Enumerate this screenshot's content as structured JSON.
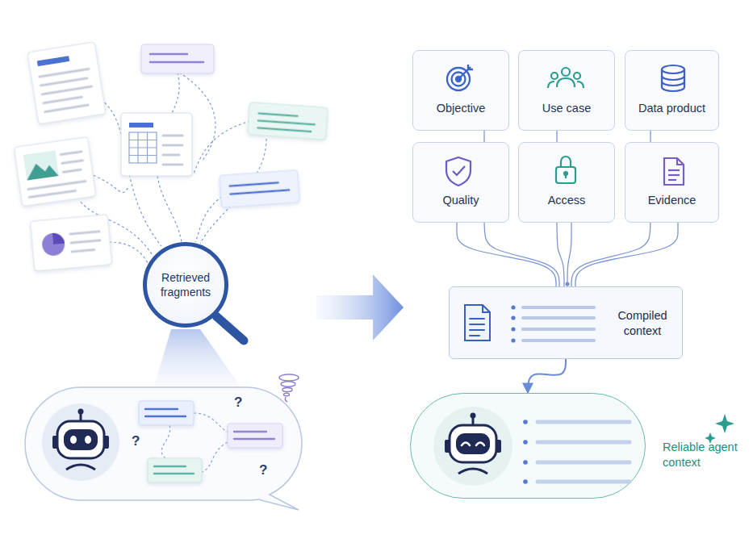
{
  "diagram": {
    "nodes": [
      {
        "text": [
          "Retrieved fragments"
        ]
      },
      {
        "text": [
          "Objective"
        ]
      },
      {
        "text": [
          "Use case"
        ]
      },
      {
        "text": [
          "Data product"
        ]
      },
      {
        "text": [
          "Quality"
        ]
      },
      {
        "text": [
          "Access"
        ]
      },
      {
        "text": [
          "Evidence"
        ]
      },
      {
        "text": [
          "Compiled context"
        ]
      },
      {
        "text": [
          "Reliable agent context"
        ]
      }
    ],
    "edges": [
      {
        "from": 1,
        "to": 7,
        "arrow": "none"
      },
      {
        "from": 2,
        "to": 7,
        "arrow": "none"
      },
      {
        "from": 3,
        "to": 7,
        "arrow": "none"
      },
      {
        "from": 4,
        "to": 7,
        "arrow": "none"
      },
      {
        "from": 5,
        "to": 7,
        "arrow": "none"
      },
      {
        "from": 6,
        "to": 7,
        "arrow": "none"
      },
      {
        "from": 7,
        "to": 8,
        "arrow": "to"
      }
    ],
    "labels": [
      "?",
      "?",
      "?"
    ]
  }
}
